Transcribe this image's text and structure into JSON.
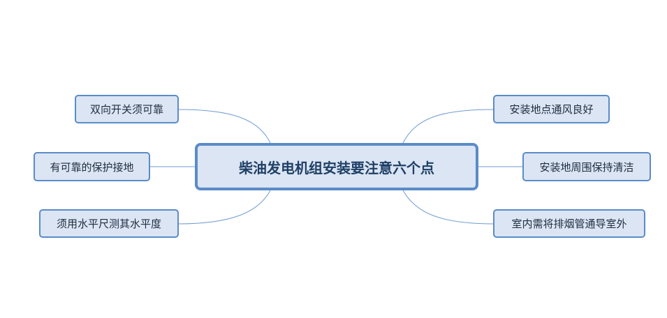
{
  "central": {
    "label": "柴油发电机组安装要注意六个点"
  },
  "left_nodes": [
    {
      "label": "双向开关须可靠"
    },
    {
      "label": "有可靠的保护接地"
    },
    {
      "label": "须用水平尺测其水平度"
    }
  ],
  "right_nodes": [
    {
      "label": "安装地点通风良好"
    },
    {
      "label": "安装地周围保持清洁"
    },
    {
      "label": "室内需将排烟管通导室外"
    }
  ],
  "colors": {
    "node_fill": "#dbe5f3",
    "node_border": "#5b8bc9",
    "connector": "#6f9bd1"
  }
}
